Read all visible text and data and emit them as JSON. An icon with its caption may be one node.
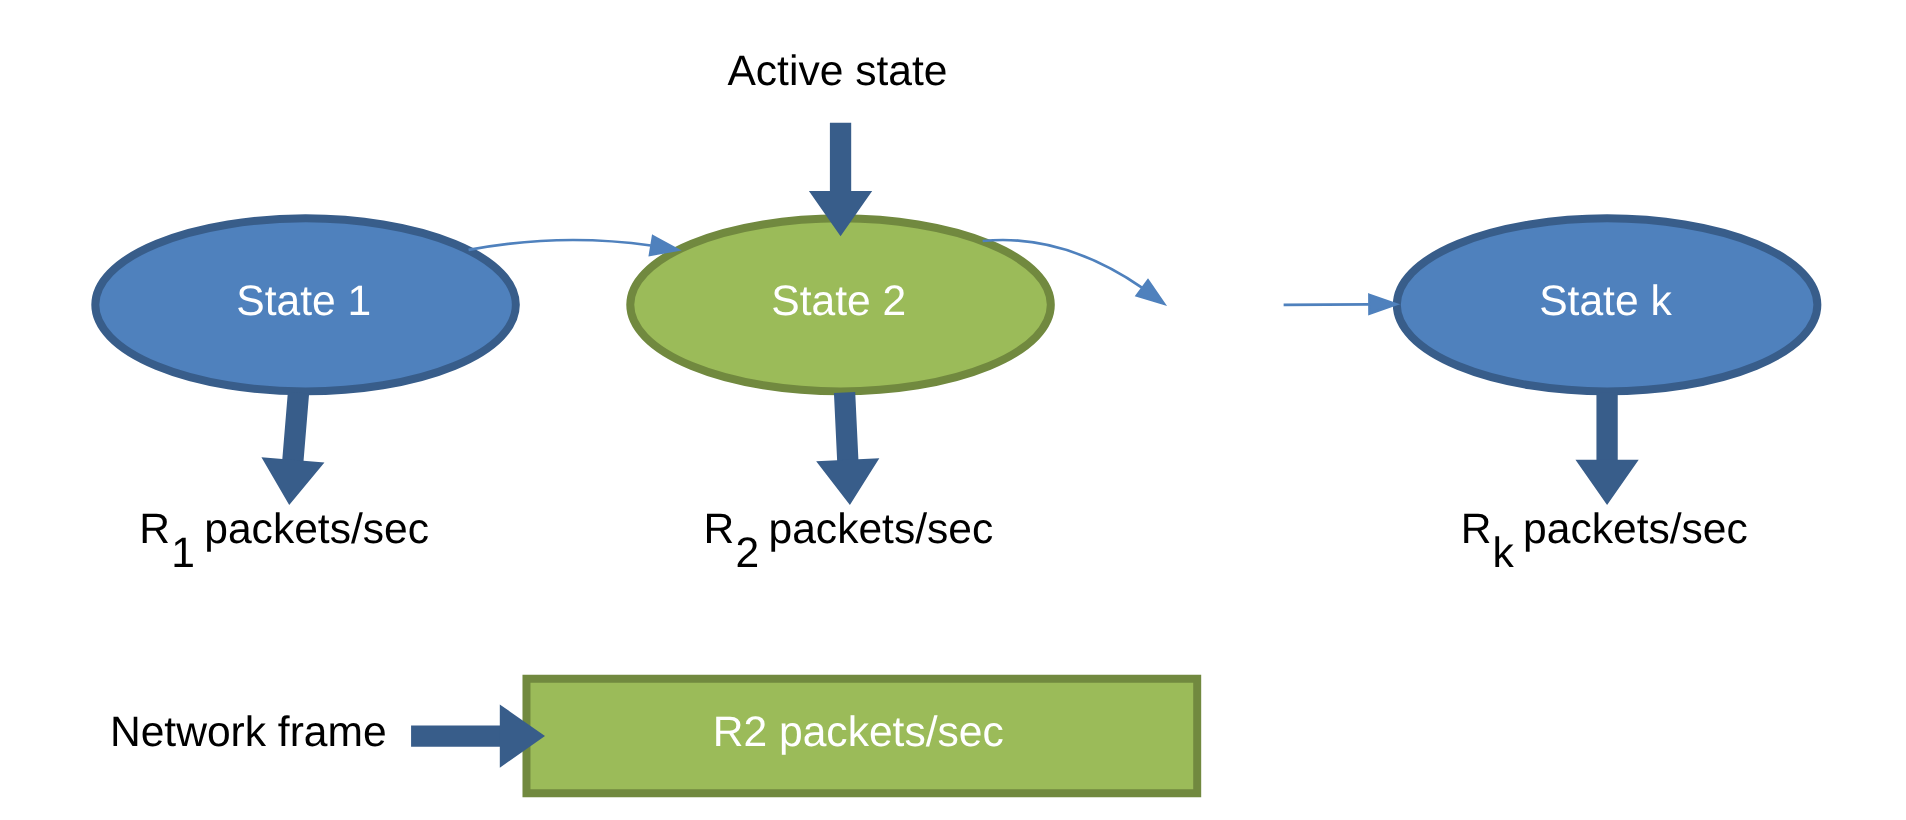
{
  "diagram": {
    "nodes": [
      {
        "text": [
          "State 1"
        ]
      },
      {
        "text": [
          "State 2"
        ]
      },
      {
        "text": [
          "State k"
        ]
      },
      {
        "text": [
          "Active state"
        ]
      },
      {
        "text": [
          "R$_{1}$ packets/sec"
        ]
      },
      {
        "text": [
          "R$_{2}$ packets/sec"
        ]
      },
      {
        "text": [
          "R$_{k}$ packets/sec"
        ]
      },
      {
        "text": [
          "Network frame"
        ]
      },
      {
        "text": [
          "R2 packets/sec"
        ]
      }
    ],
    "edges": [
      {
        "from": 0,
        "to": 1,
        "arrow": "to",
        "color": "#4f81bd"
      },
      {
        "from": 1,
        "to": null,
        "arrow": "to",
        "color": "#4f81bd"
      },
      {
        "from": null,
        "to": 2,
        "arrow": "to",
        "color": "#4f81bd"
      },
      {
        "from": 3,
        "to": 1,
        "arrow": "to"
      },
      {
        "from": 0,
        "to": 4,
        "arrow": "to"
      },
      {
        "from": 1,
        "to": 5,
        "arrow": "to"
      },
      {
        "from": 2,
        "to": 6,
        "arrow": "to"
      },
      {
        "from": 7,
        "to": 8,
        "arrow": "to"
      }
    ]
  }
}
